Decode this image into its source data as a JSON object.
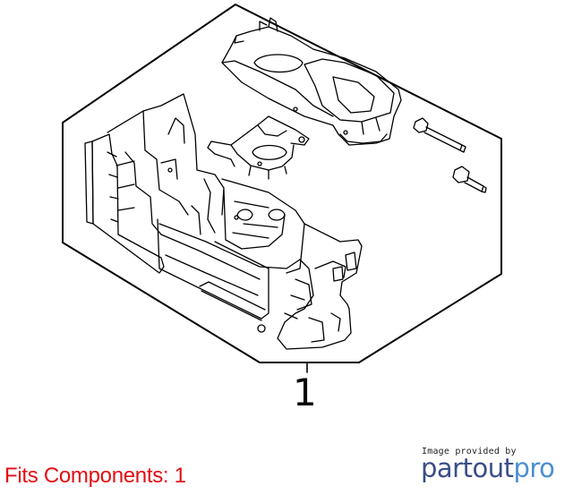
{
  "diagram": {
    "callout_number": "1"
  },
  "footer": {
    "fits_components": "Fits Components: 1",
    "provided_by": "Image provided by",
    "brand_part": "partout",
    "brand_suffix": "pro"
  },
  "colors": {
    "fits_text": "#e30e14",
    "brand_dark": "#3a4e87",
    "brand_light": "#4b8fd0"
  }
}
